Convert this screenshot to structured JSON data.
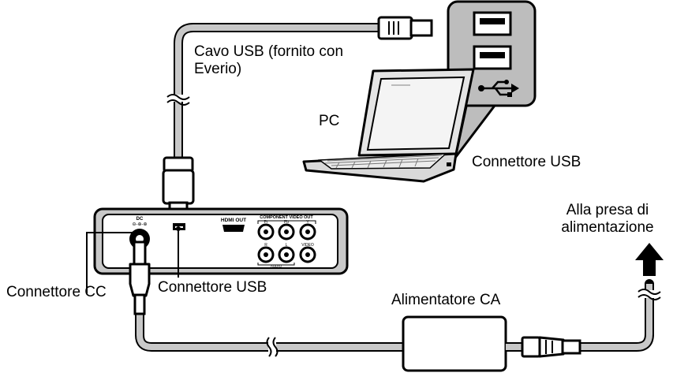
{
  "labels": {
    "usb_cable": "Cavo USB (fornito con Everio)",
    "pc": "PC",
    "usb_connector_pc": "Connettore USB",
    "power_outlet": "Alla presa di alimentazione",
    "dc_connector": "Connettore CC",
    "usb_connector_box": "Connettore USB",
    "ac_adapter": "Alimentatore CA"
  },
  "device_panel": {
    "dc": "DC",
    "dc_polarity": "⊖-⊕-⊕",
    "hdmi_out": "HDMI OUT",
    "component_video_out": "COMPONENT VIDEO OUT",
    "pr": "Pr",
    "pb": "Pb",
    "y": "Y",
    "r": "R",
    "l": "L",
    "video": "VIDEO",
    "audio": "AUDIO"
  },
  "icons": [
    "usb-symbol-icon",
    "upward-arrow-icon",
    "cable-break-icon"
  ],
  "colors": {
    "cable": "#c8c8c8",
    "device": "#ffffff",
    "outline": "#000000",
    "laptop": "#d9d9d9",
    "callout": "#bdbdbd"
  }
}
